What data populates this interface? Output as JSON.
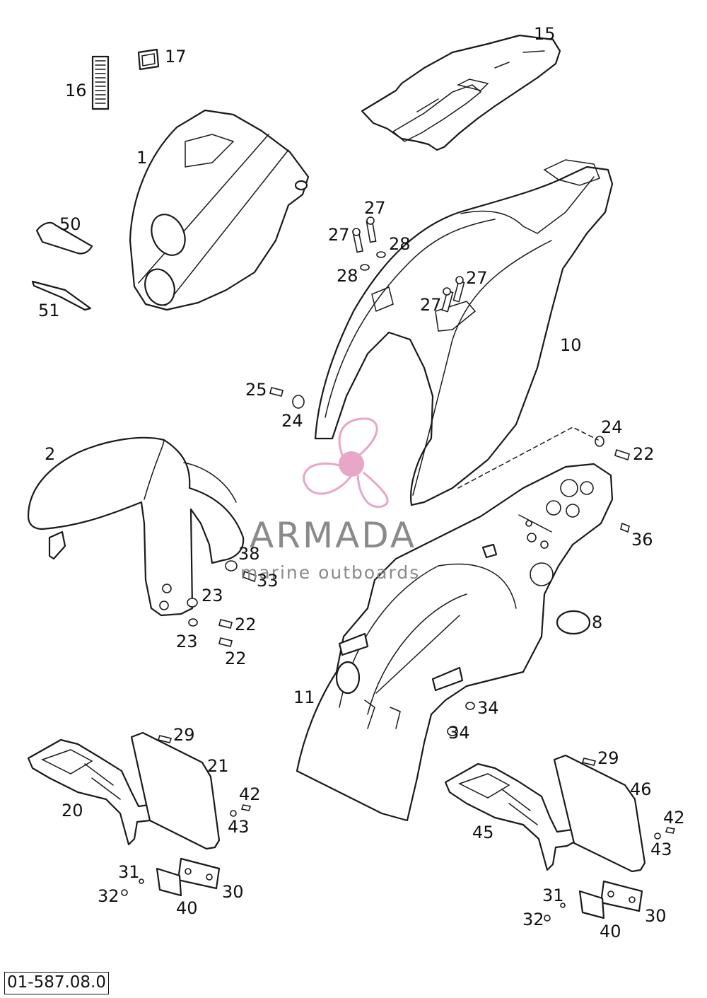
{
  "diagram": {
    "catalog_code": "01-587.08.0",
    "watermark": {
      "brand": "ARMADA",
      "tagline": "marine outboards",
      "logo": "propeller-logo-icon",
      "accent_color": "#e8a6c8",
      "text_color": "#8a8a8a"
    },
    "callouts": [
      {
        "id": "label-1",
        "text": "1"
      },
      {
        "id": "label-2",
        "text": "2"
      },
      {
        "id": "label-8",
        "text": "8"
      },
      {
        "id": "label-10",
        "text": "10"
      },
      {
        "id": "label-11",
        "text": "11"
      },
      {
        "id": "label-15",
        "text": "15"
      },
      {
        "id": "label-16",
        "text": "16"
      },
      {
        "id": "label-17",
        "text": "17"
      },
      {
        "id": "label-20",
        "text": "20"
      },
      {
        "id": "label-21",
        "text": "21"
      },
      {
        "id": "label-22-a",
        "text": "22"
      },
      {
        "id": "label-22-b",
        "text": "22"
      },
      {
        "id": "label-22-c",
        "text": "22"
      },
      {
        "id": "label-23-a",
        "text": "23"
      },
      {
        "id": "label-23-b",
        "text": "23"
      },
      {
        "id": "label-24-a",
        "text": "24"
      },
      {
        "id": "label-24-b",
        "text": "24"
      },
      {
        "id": "label-25",
        "text": "25"
      },
      {
        "id": "label-27-a",
        "text": "27"
      },
      {
        "id": "label-27-b",
        "text": "27"
      },
      {
        "id": "label-27-c",
        "text": "27"
      },
      {
        "id": "label-27-d",
        "text": "27"
      },
      {
        "id": "label-28-a",
        "text": "28"
      },
      {
        "id": "label-28-b",
        "text": "28"
      },
      {
        "id": "label-29-a",
        "text": "29"
      },
      {
        "id": "label-29-b",
        "text": "29"
      },
      {
        "id": "label-30-a",
        "text": "30"
      },
      {
        "id": "label-30-b",
        "text": "30"
      },
      {
        "id": "label-31-a",
        "text": "31"
      },
      {
        "id": "label-31-b",
        "text": "31"
      },
      {
        "id": "label-32-a",
        "text": "32"
      },
      {
        "id": "label-32-b",
        "text": "32"
      },
      {
        "id": "label-33",
        "text": "33"
      },
      {
        "id": "label-34-a",
        "text": "34"
      },
      {
        "id": "label-34-b",
        "text": "34"
      },
      {
        "id": "label-36",
        "text": "36"
      },
      {
        "id": "label-38",
        "text": "38"
      },
      {
        "id": "label-40-a",
        "text": "40"
      },
      {
        "id": "label-40-b",
        "text": "40"
      },
      {
        "id": "label-42-a",
        "text": "42"
      },
      {
        "id": "label-42-b",
        "text": "42"
      },
      {
        "id": "label-43-a",
        "text": "43"
      },
      {
        "id": "label-43-b",
        "text": "43"
      },
      {
        "id": "label-45",
        "text": "45"
      },
      {
        "id": "label-46",
        "text": "46"
      },
      {
        "id": "label-50",
        "text": "50"
      },
      {
        "id": "label-51",
        "text": "51"
      }
    ]
  }
}
